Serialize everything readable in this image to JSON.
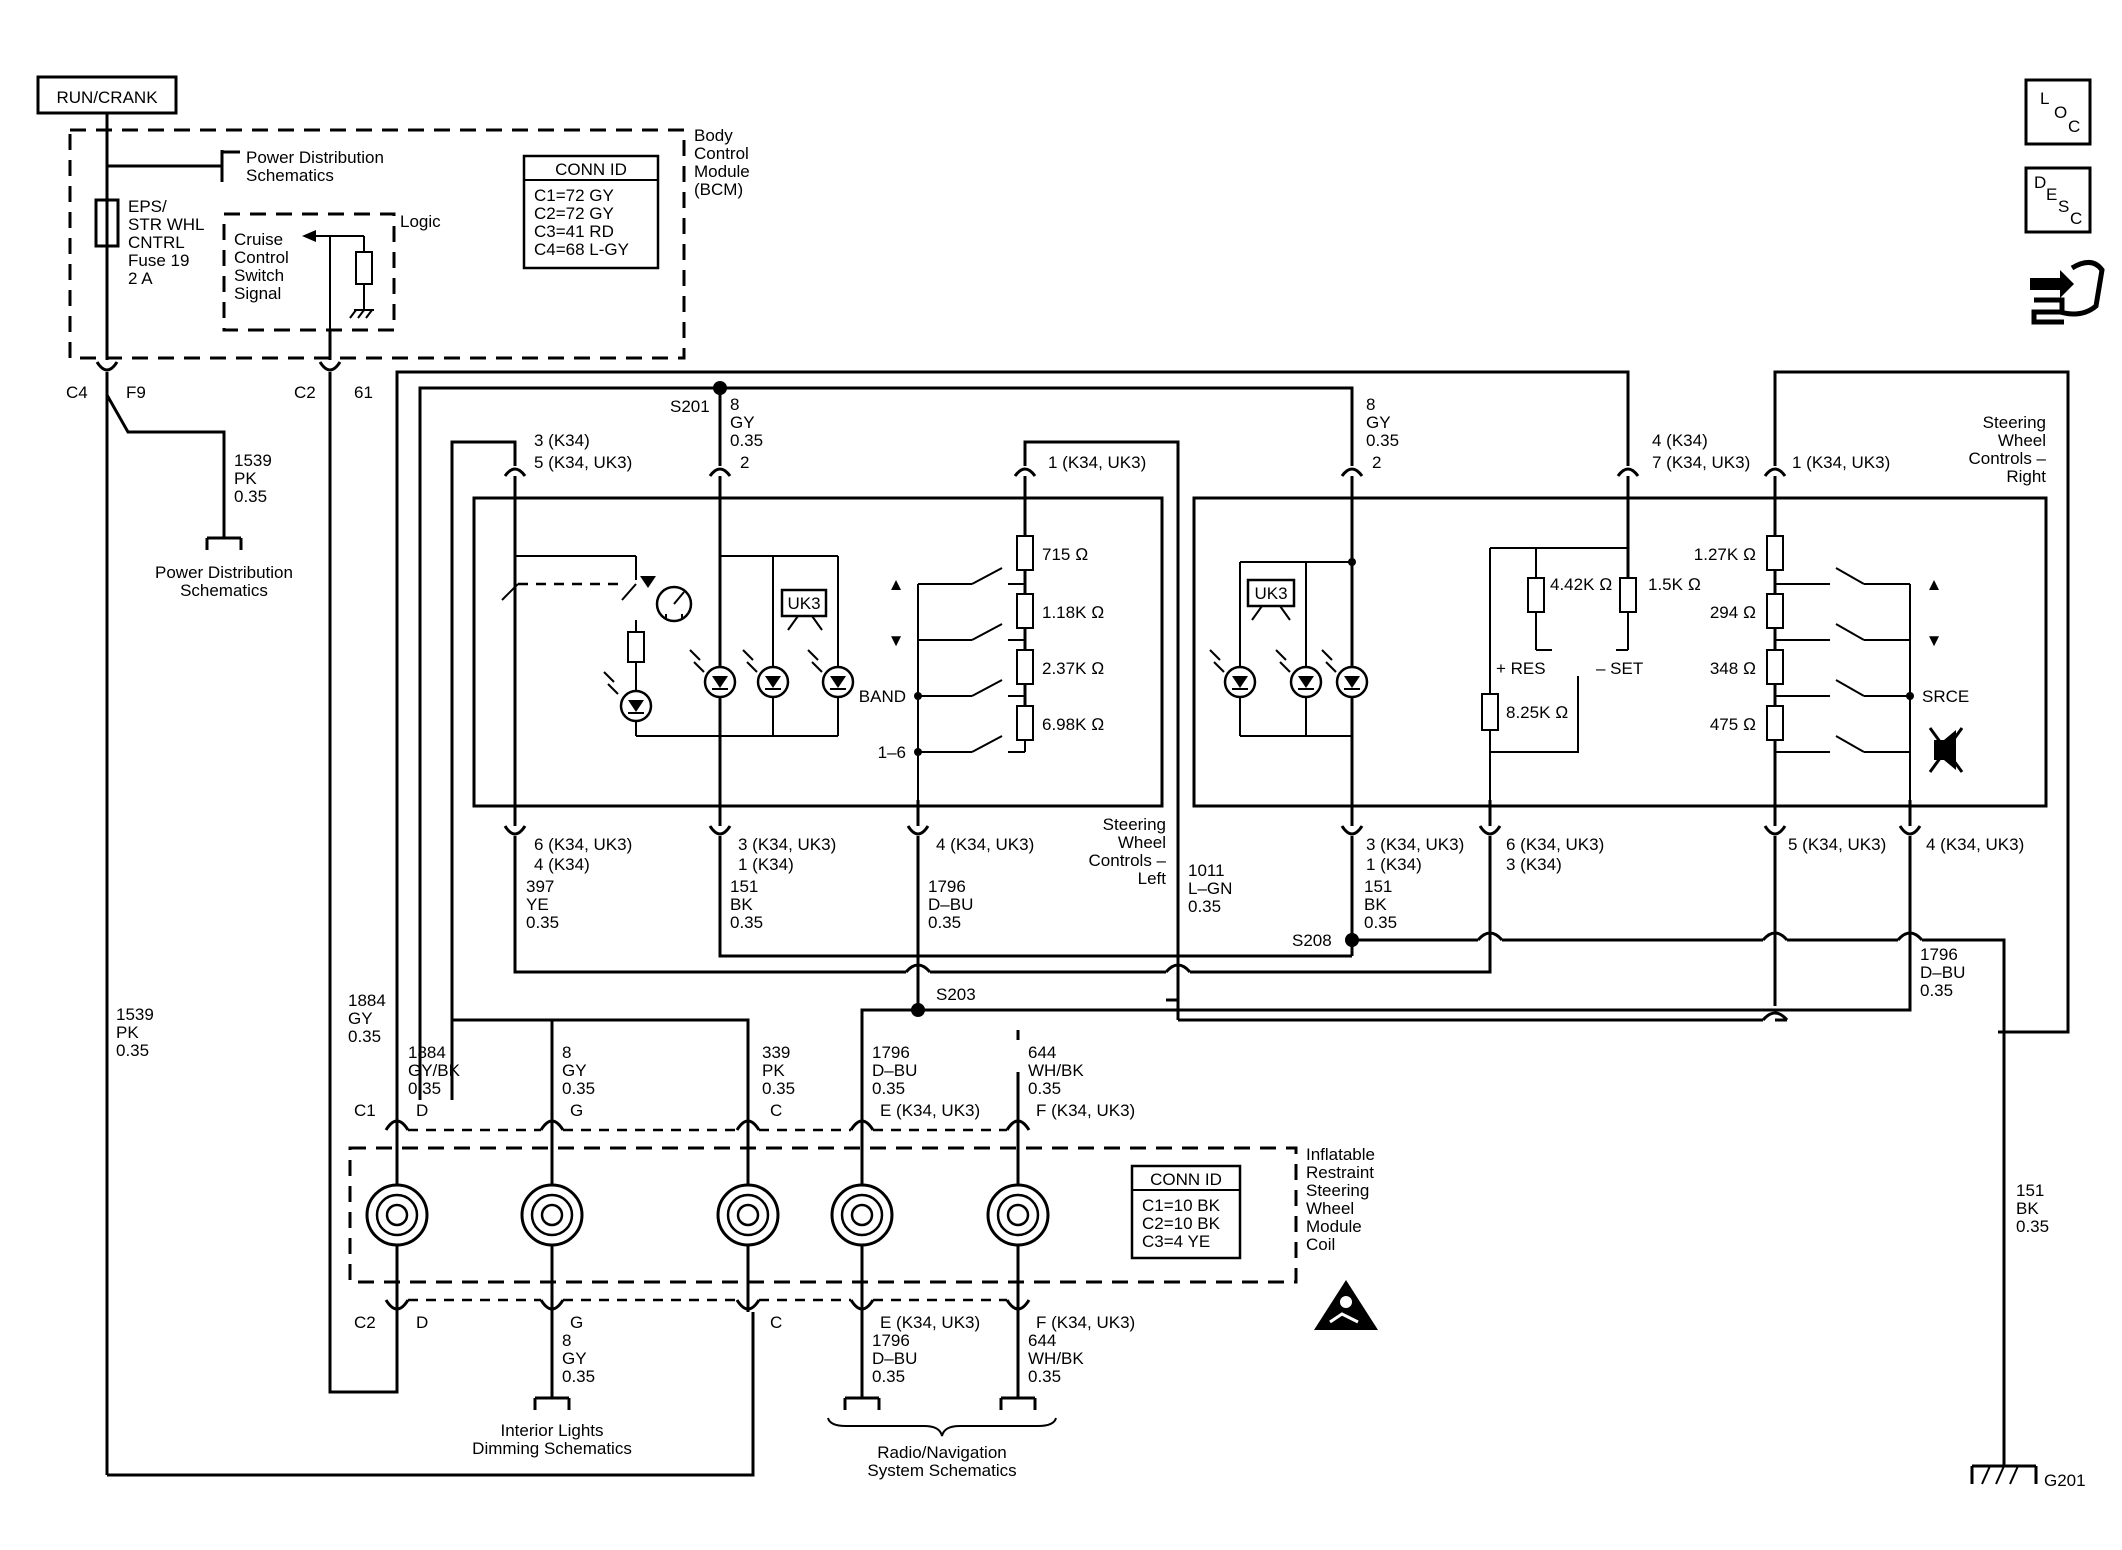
{
  "power": {
    "run_crank": "RUN/CRANK"
  },
  "bcm": {
    "title_lines": [
      "Body",
      "Control",
      "Module",
      "(BCM)"
    ],
    "power_ref_lines": [
      "Power Distribution",
      "Schematics"
    ],
    "fuse_lines": [
      "EPS/",
      "STR WHL",
      "CNTRL",
      "Fuse 19",
      "2 A"
    ],
    "logic": "Logic",
    "cruise_lines": [
      "Cruise",
      "Control",
      "Switch",
      "Signal"
    ],
    "conn_title": "CONN ID",
    "conn_lines": [
      "C1=72 GY",
      "C2=72 GY",
      "C3=41 RD",
      "C4=68 L-GY"
    ],
    "c4": "C4",
    "f9": "F9",
    "c2": "C2",
    "p61": "61"
  },
  "left_wires": {
    "pk_top": [
      "1539",
      "PK",
      "0.35"
    ],
    "pk_ref": [
      "Power Distribution",
      "Schematics"
    ],
    "pk_bottom": [
      "1539",
      "PK",
      "0.35"
    ]
  },
  "splices": {
    "s201": "S201",
    "s203": "S203",
    "s208": "S208"
  },
  "swc_left": {
    "title_lines": [
      "Steering",
      "Wheel",
      "Controls –",
      "Left"
    ],
    "top_pins": {
      "a": [
        "3 (K34)",
        "5 (K34, UK3)"
      ],
      "b": [
        "8",
        "GY",
        "0.35",
        "2"
      ],
      "c": "1 (K34, UK3)"
    },
    "resistors": [
      "715 Ω",
      "1.18K Ω",
      "2.37K Ω",
      "6.98K Ω"
    ],
    "switch_labels": [
      "▲",
      "▼",
      "BAND",
      "1–6"
    ],
    "uk3": "UK3",
    "bottom_pins": {
      "a": [
        "6 (K34, UK3)",
        "4 (K34)"
      ],
      "b": [
        "3 (K34, UK3)",
        "1 (K34)"
      ],
      "c": "4 (K34, UK3)"
    },
    "wire_a": [
      "397",
      "YE",
      "0.35"
    ],
    "wire_b": [
      "151",
      "BK",
      "0.35"
    ],
    "wire_c": [
      "1796",
      "D–BU",
      "0.35"
    ]
  },
  "swc_right": {
    "title_lines": [
      "Steering",
      "Wheel",
      "Controls –",
      "Right"
    ],
    "top_pins": {
      "a": [
        "8",
        "GY",
        "0.35",
        "2"
      ],
      "b": [
        "4 (K34)",
        "7 (K34, UK3)"
      ],
      "c": "1 (K34, UK3)"
    },
    "uk3": "UK3",
    "res_left": [
      "4.42K Ω",
      "1.5K Ω",
      "8.25K Ω"
    ],
    "res_lbl": [
      "+ RES",
      "– SET"
    ],
    "resistors": [
      "1.27K Ω",
      "294 Ω",
      "348 Ω",
      "475 Ω"
    ],
    "switch_labels": [
      "▲",
      "▼",
      "SRCE"
    ],
    "bottom_pins": {
      "a": [
        "3 (K34, UK3)",
        "1 (K34)"
      ],
      "b": [
        "6 (K34, UK3)",
        "3 (K34)"
      ],
      "c": "5 (K34, UK3)",
      "d": "4 (K34, UK3)"
    },
    "wire_a": [
      "151",
      "BK",
      "0.35"
    ],
    "wire_lgn": [
      "1011",
      "L–GN",
      "0.35"
    ],
    "wire_dbu": [
      "1796",
      "D–BU",
      "0.35"
    ]
  },
  "coil": {
    "title_lines": [
      "Inflatable",
      "Restraint",
      "Steering",
      "Wheel",
      "Module",
      "Coil"
    ],
    "top_wires": [
      [
        "1884",
        "GY",
        "0.35"
      ],
      [
        "1884",
        "GY/BK",
        "0.35"
      ],
      [
        "8",
        "GY",
        "0.35"
      ],
      [
        "339",
        "PK",
        "0.35"
      ],
      [
        "1796",
        "D–BU",
        "0.35"
      ],
      [
        "644",
        "WH/BK",
        "0.35"
      ]
    ],
    "top_pins": [
      "C1",
      "D",
      "G",
      "C",
      "E (K34, UK3)",
      "F (K34, UK3)"
    ],
    "bottom_pins": [
      "C2",
      "D",
      "G",
      "C",
      "E (K34, UK3)",
      "F (K34, UK3)"
    ],
    "conn_title": "CONN ID",
    "conn_lines": [
      "C1=10 BK",
      "C2=10 BK",
      "C3=4 YE"
    ],
    "bottom_wires": [
      [
        "8",
        "GY",
        "0.35"
      ],
      [
        "1796",
        "D–BU",
        "0.35"
      ],
      [
        "644",
        "WH/BK",
        "0.35"
      ]
    ],
    "dimming_ref": [
      "Interior Lights",
      "Dimming Schematics"
    ],
    "radio_ref": [
      "Radio/Navigation",
      "System Schematics"
    ]
  },
  "ground": {
    "wire": [
      "151",
      "BK",
      "0.35"
    ],
    "label": "G201"
  },
  "side_icons": {
    "loc": [
      "L",
      "O",
      "C"
    ],
    "desc": [
      "D",
      "E",
      "S",
      "C"
    ]
  },
  "icons": [
    "loc-icon",
    "desc-icon",
    "connector-end-view-icon",
    "esd-warning-icon"
  ]
}
